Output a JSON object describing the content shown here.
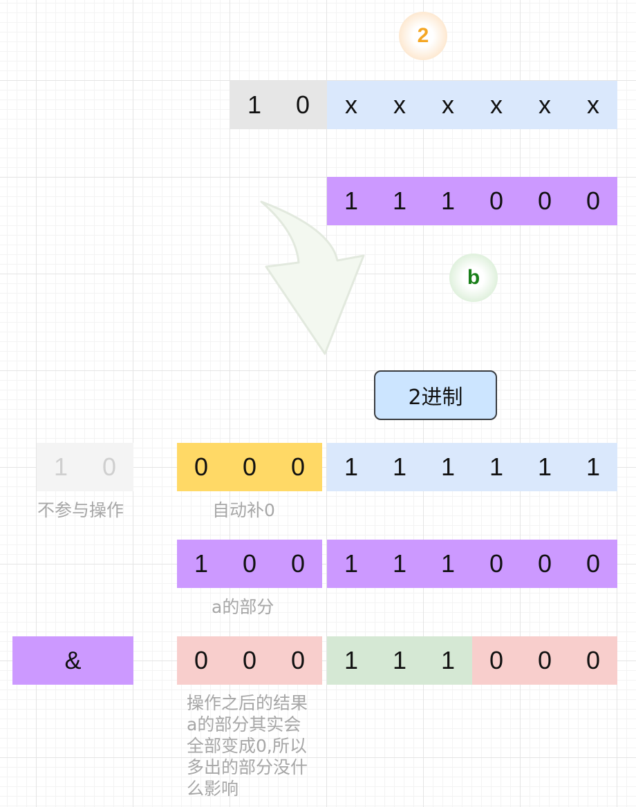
{
  "badges": {
    "top": "2",
    "b": "b"
  },
  "colors": {
    "gray": "#e6e6e6",
    "blue": "#dae8fc",
    "purple": "#cc99ff",
    "yellow": "#ffd966",
    "red": "#f8cecc",
    "green": "#d5e8d4",
    "badge_orange": "#f5a623",
    "badge_green": "#1a7f1a"
  },
  "row1": {
    "prefix": [
      "1",
      "0"
    ],
    "bits": [
      "x",
      "x",
      "x",
      "x",
      "x",
      "x"
    ]
  },
  "row2": {
    "bits": [
      "1",
      "1",
      "1",
      "0",
      "0",
      "0"
    ]
  },
  "tag": "2进制",
  "row3": {
    "ignored": [
      "1",
      "0"
    ],
    "padded": [
      "0",
      "0",
      "0"
    ],
    "bits": [
      "1",
      "1",
      "1",
      "1",
      "1",
      "1"
    ],
    "ignored_label": "不参与操作",
    "padded_label": "自动补0"
  },
  "row4": {
    "a_part": [
      "1",
      "0",
      "0"
    ],
    "bits": [
      "1",
      "1",
      "1",
      "0",
      "0",
      "0"
    ],
    "a_label": "a的部分"
  },
  "row5": {
    "operator": "&",
    "result_a": [
      "0",
      "0",
      "0"
    ],
    "result_bits": [
      "1",
      "1",
      "1",
      "0",
      "0",
      "0"
    ],
    "note_lines": [
      "操作之后的结果",
      "a的部分其实会",
      "全部变成0,所以",
      "多出的部分没什",
      "么影响"
    ]
  }
}
